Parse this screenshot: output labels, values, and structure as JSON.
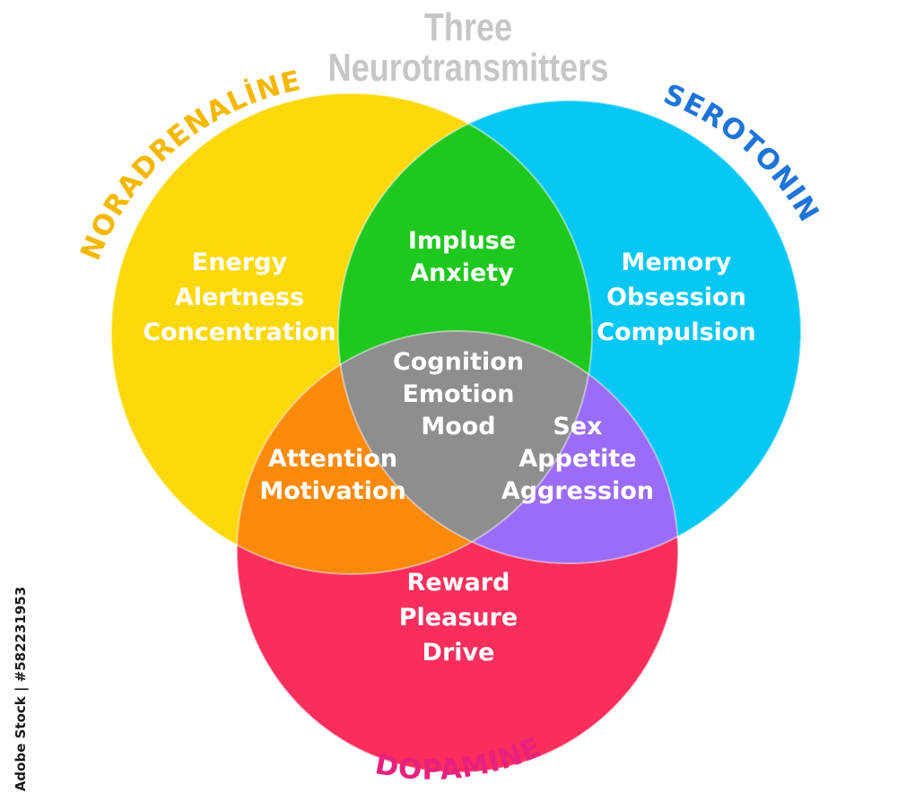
{
  "title": {
    "line1": "Three",
    "line2": "Neurotransmitters"
  },
  "circles": {
    "noradrenaline": {
      "label": "NORADRENALİNE",
      "label_color": "#f5b800",
      "fill": "#fdd80a",
      "lines": [
        "Energy",
        "Alertness",
        "Concentration"
      ]
    },
    "serotonin": {
      "label": "SEROTONIN",
      "label_color": "#1e74d8",
      "fill": "#07c8f5",
      "lines": [
        "Memory",
        "Obsession",
        "Compulsion"
      ]
    },
    "dopamine": {
      "label": "DOPAMINE",
      "label_color": "#e8207e",
      "fill": "#f92e5c",
      "lines": [
        "Reward",
        "Pleasure",
        "Drive"
      ]
    }
  },
  "overlaps": {
    "noradrenaline_serotonin": {
      "fill": "#1ec81e",
      "lines": [
        "Impluse",
        "Anxiety"
      ]
    },
    "noradrenaline_dopamine": {
      "fill": "#fb8a0a",
      "lines": [
        "Attention",
        "Motivation"
      ]
    },
    "serotonin_dopamine": {
      "fill": "#9b6cf7",
      "lines": [
        "Sex",
        "Appetite",
        "Aggression"
      ]
    },
    "all_three": {
      "fill": "#8e8e8e",
      "lines": [
        "Cognition",
        "Emotion",
        "Mood"
      ]
    }
  },
  "side_caption": "Adobe Stock | #582231953"
}
